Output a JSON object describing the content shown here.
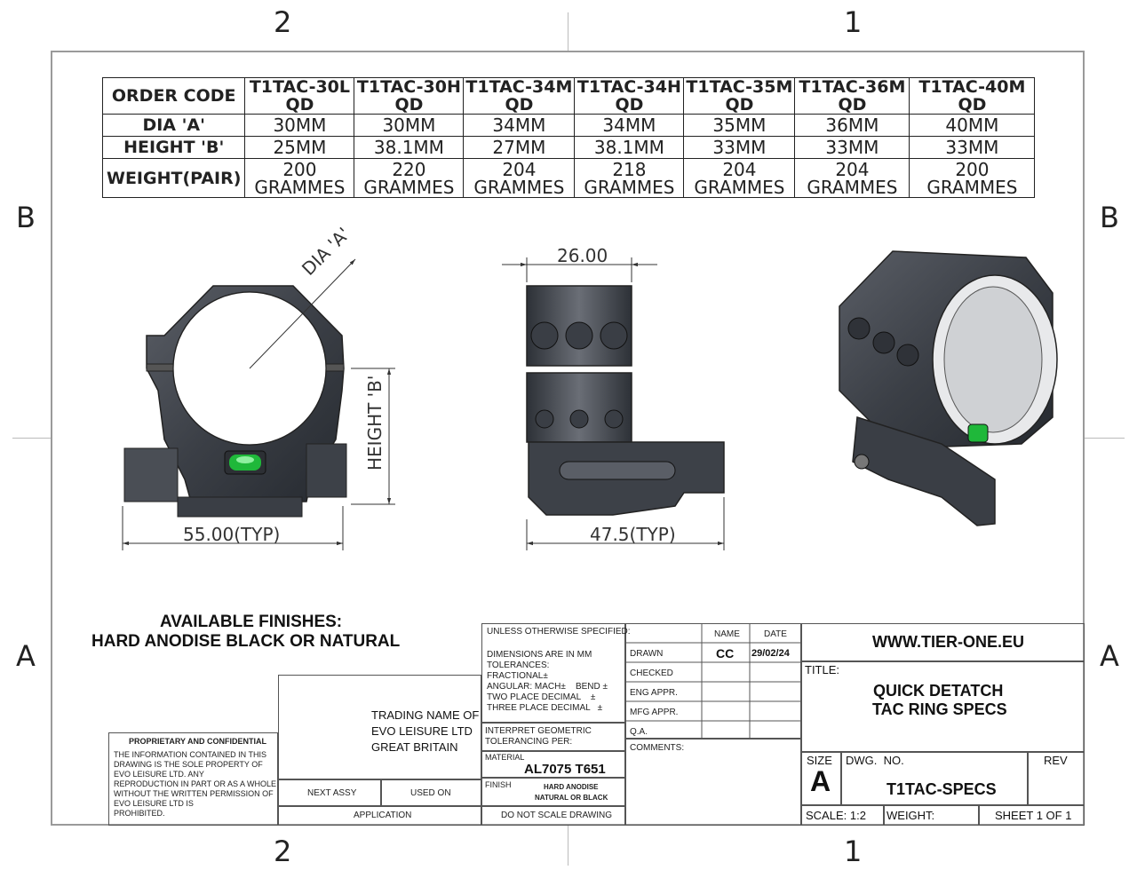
{
  "zones": {
    "top_left": "2",
    "top_right": "1",
    "left_upper": "B",
    "right_upper": "B",
    "left_lower": "A",
    "right_lower": "A",
    "bottom_left": "2",
    "bottom_right": "1"
  },
  "spec_table": {
    "row_headers": [
      "ORDER CODE",
      "DIA 'A'",
      "HEIGHT 'B'",
      "WEIGHT(PAIR)"
    ],
    "columns": [
      {
        "code1": "T1TAC-30L",
        "code2": "QD",
        "dia": "30MM",
        "height": "25MM",
        "w1": "200",
        "w2": "GRAMMES"
      },
      {
        "code1": "T1TAC-30H",
        "code2": "QD",
        "dia": "30MM",
        "height": "38.1MM",
        "w1": "220",
        "w2": "GRAMMES"
      },
      {
        "code1": "T1TAC-34M",
        "code2": "QD",
        "dia": "34MM",
        "height": "27MM",
        "w1": "204",
        "w2": "GRAMMES"
      },
      {
        "code1": "T1TAC-34H",
        "code2": "QD",
        "dia": "34MM",
        "height": "38.1MM",
        "w1": "218",
        "w2": "GRAMMES"
      },
      {
        "code1": "T1TAC-35M",
        "code2": "QD",
        "dia": "35MM",
        "height": "33MM",
        "w1": "204",
        "w2": "GRAMMES"
      },
      {
        "code1": "T1TAC-36M",
        "code2": "QD",
        "dia": "36MM",
        "height": "33MM",
        "w1": "204",
        "w2": "GRAMMES"
      },
      {
        "code1": "T1TAC-40M",
        "code2": "QD",
        "dia": "40MM",
        "height": "33MM",
        "w1": "200",
        "w2": "GRAMMES"
      }
    ]
  },
  "dims": {
    "dia": "DIA 'A'",
    "height": "HEIGHT 'B'",
    "width_typ": "55.00(TYP)",
    "top": "26.00",
    "side_typ": "47.5(TYP)"
  },
  "finishes": {
    "line1": "AVAILABLE FINISHES:",
    "line2": "HARD ANODISE BLACK OR NATURAL"
  },
  "title_block": {
    "unless": "UNLESS OTHERWISE SPECIFIED:",
    "tol_lines": [
      "DIMENSIONS ARE IN MM",
      "TOLERANCES:",
      "FRACTIONAL±",
      "ANGULAR: MACH±    BEND ±",
      "TWO PLACE DECIMAL    ±",
      "THREE PLACE DECIMAL   ±"
    ],
    "interpret": "INTERPRET GEOMETRIC TOLERANCING PER:",
    "material_label": "MATERIAL",
    "material": "AL7075 T651",
    "finish_label": "FINISH",
    "finish1": "HARD ANODISE",
    "finish2": "NATURAL OR BLACK",
    "do_not_scale": "DO NOT SCALE DRAWING",
    "name_hdr": "NAME",
    "date_hdr": "DATE",
    "drawn": "DRAWN",
    "drawn_name": "CC",
    "drawn_date": "29/02/24",
    "checked": "CHECKED",
    "eng": "ENG APPR.",
    "mfg": "MFG APPR.",
    "qa": "Q.A.",
    "comments": "COMMENTS:",
    "website": "WWW.TIER-ONE.EU",
    "title_label": "TITLE:",
    "title1": "QUICK DETATCH",
    "title2": "TAC RING SPECS",
    "size_label": "SIZE",
    "size": "A",
    "dwg_label": "DWG.  NO.",
    "dwg": "T1TAC-SPECS",
    "rev_label": "REV",
    "scale": "SCALE: 1:2",
    "weight": "WEIGHT:",
    "sheet": "SHEET 1 OF 1",
    "trading1": "TRADING NAME OF",
    "trading2": "EVO LEISURE LTD",
    "trading3": "GREAT BRITAIN",
    "next_assy": "NEXT ASSY",
    "used_on": "USED ON",
    "application": "APPLICATION",
    "prop_title": "PROPRIETARY AND CONFIDENTIAL",
    "prop_lines": [
      "THE INFORMATION CONTAINED IN THIS",
      "DRAWING IS THE SOLE PROPERTY OF",
      "EVO LEISURE LTD.  ANY",
      "REPRODUCTION IN PART OR AS A WHOLE",
      "WITHOUT THE WRITTEN PERMISSION OF",
      "EVO LEISURE LTD IS",
      "PROHIBITED."
    ]
  }
}
